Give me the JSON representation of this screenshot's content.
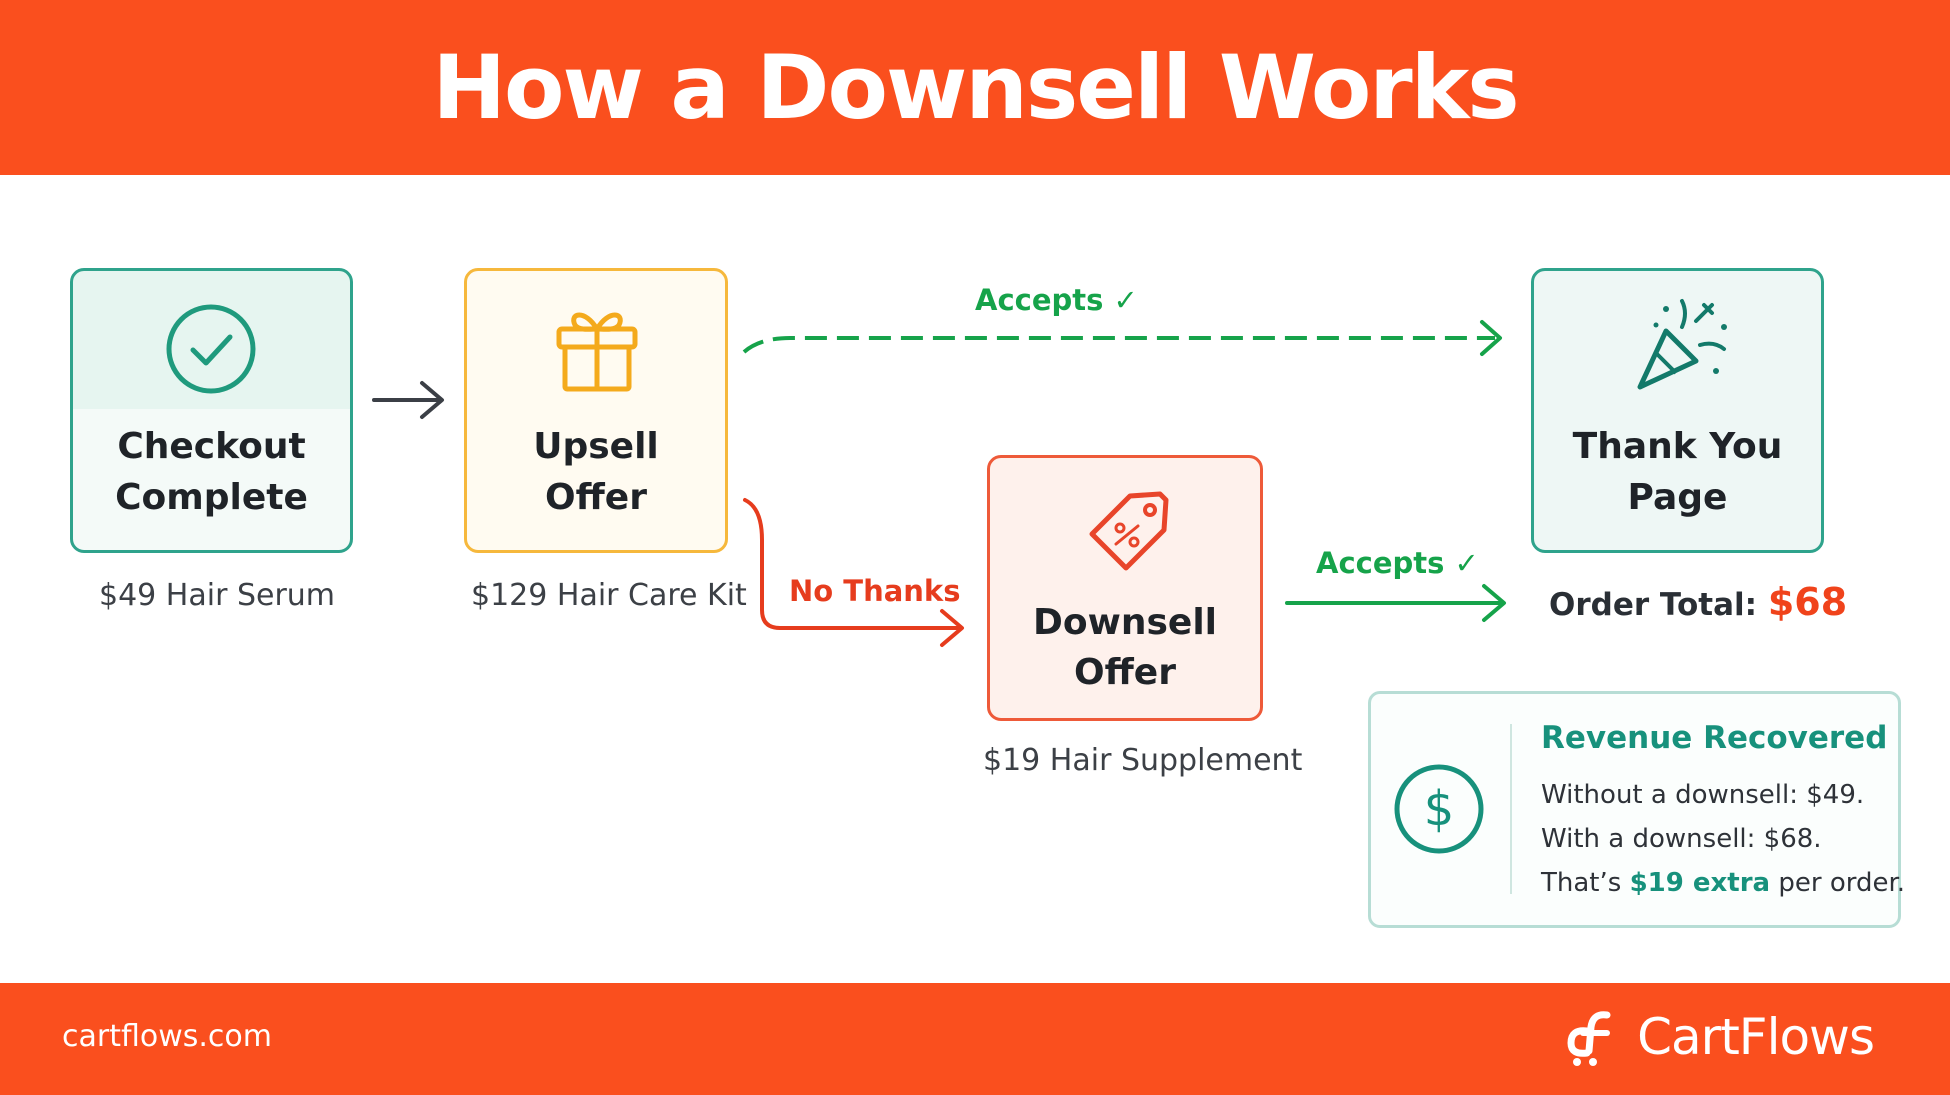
{
  "header": {
    "title": "How a Downsell Works"
  },
  "steps": {
    "checkout": {
      "title_line1": "Checkout",
      "title_line2": "Complete",
      "caption": "$49 Hair Serum"
    },
    "upsell": {
      "title_line1": "Upsell",
      "title_line2": "Offer",
      "caption": "$129 Hair Care Kit"
    },
    "downsell": {
      "title_line1": "Downsell",
      "title_line2": "Offer",
      "caption": "$19 Hair Supplement"
    },
    "thanks": {
      "title_line1": "Thank You",
      "title_line2": "Page"
    }
  },
  "connectors": {
    "accept_top": "Accepts ✓",
    "accept_bottom": "Accepts ✓",
    "decline": "No Thanks"
  },
  "order": {
    "label": "Order Total:",
    "amount": "$68"
  },
  "revenue": {
    "title": "Revenue Recovered",
    "line1": "Without a downsell: $49.",
    "line2": "With a downsell: $68.",
    "line3_prefix": "That’s ",
    "line3_highlight": "$19 extra",
    "line3_suffix": " per order."
  },
  "footer": {
    "site": "cartflows.com",
    "brand": "CartFlows"
  },
  "colors": {
    "brand_orange": "#fa4f1e",
    "accept_green": "#16a34a",
    "decline_red": "#e63c1d",
    "teal": "#2fa38c",
    "amber": "#f6b83c"
  },
  "icons": [
    "check-circle-icon",
    "gift-icon",
    "percent-tag-icon",
    "party-popper-icon",
    "dollar-circle-icon",
    "cartflows-logo-icon"
  ]
}
